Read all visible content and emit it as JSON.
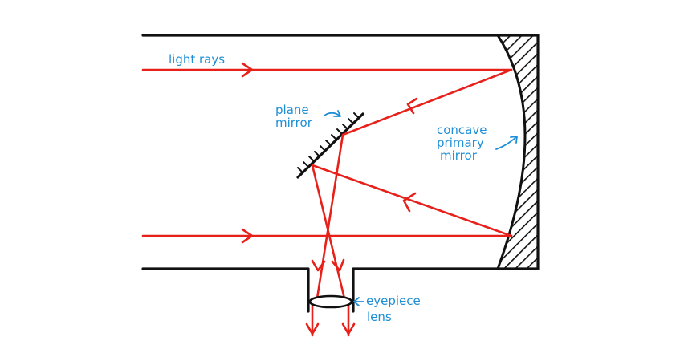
{
  "labels": {
    "light_rays": "light rays",
    "plane_mirror_line1": "plane",
    "plane_mirror_line2": "mirror",
    "concave_line1": "concave",
    "concave_line2": "primary",
    "concave_line3": "mirror",
    "eyepiece_line1": "eyepiece",
    "eyepiece_line2": "lens"
  },
  "colors": {
    "ray": "#e8201a",
    "outline": "#111111",
    "label": "#1e8fd6"
  }
}
